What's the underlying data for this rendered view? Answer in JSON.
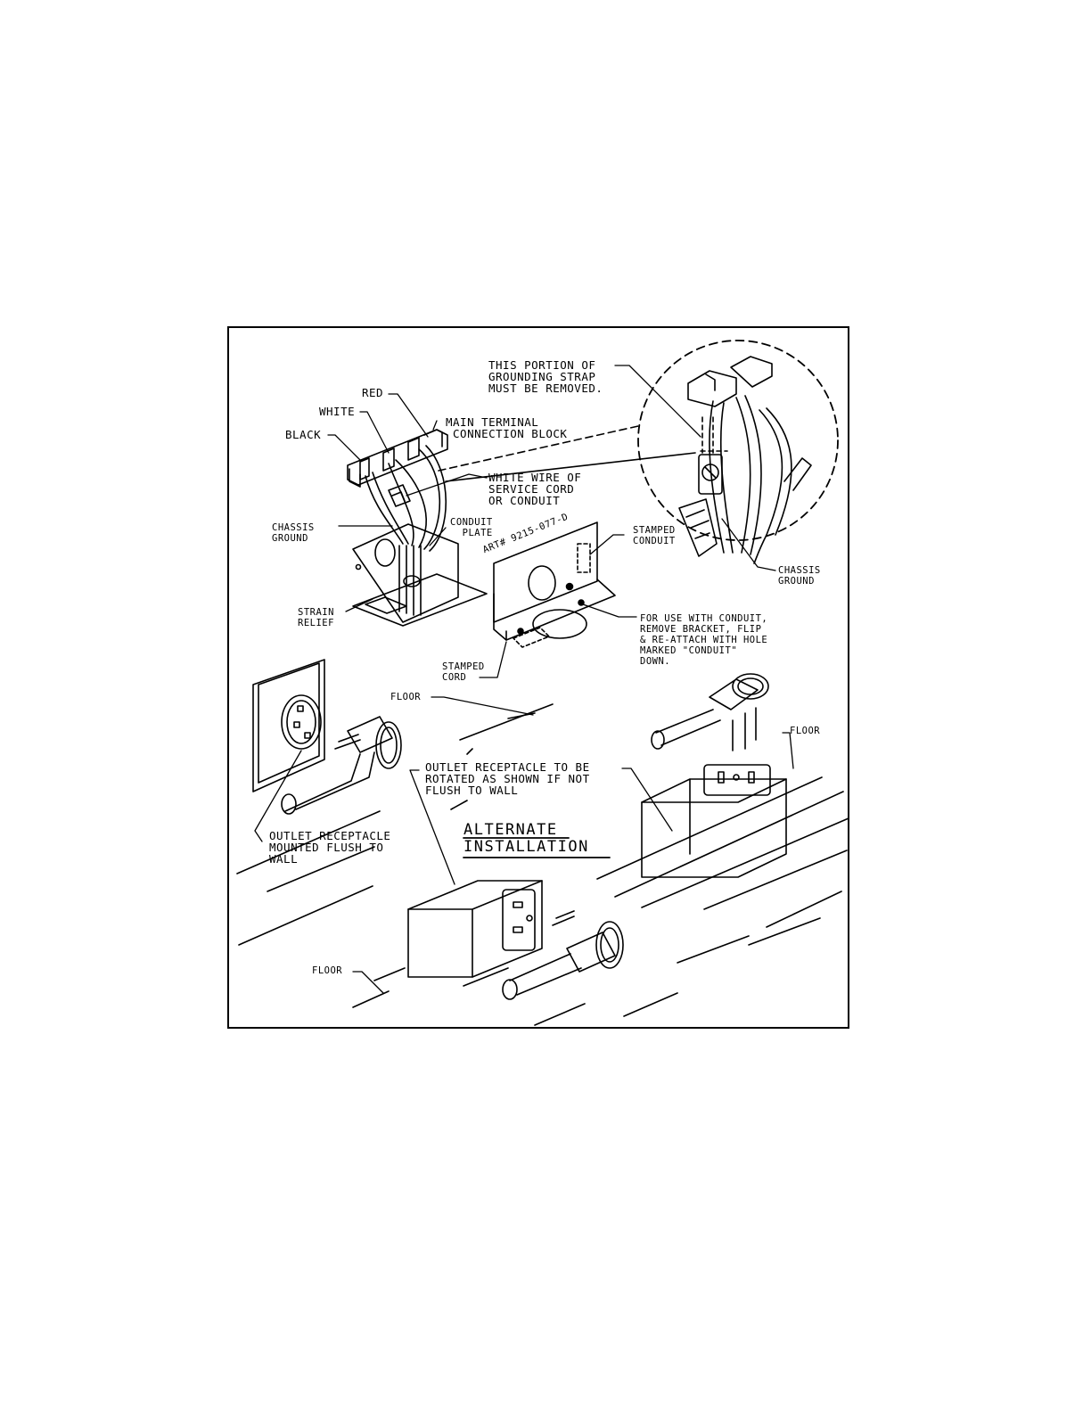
{
  "labels": {
    "red": "RED",
    "white": "WHITE",
    "black": "BLACK",
    "main_terminal": "MAIN TERMINAL\n CONNECTION BLOCK",
    "white_wire": "WHITE WIRE OF\nSERVICE CORD\nOR CONDUIT",
    "grounding_strap": "THIS PORTION OF\nGROUNDING STRAP\nMUST BE REMOVED.",
    "chassis_ground_left": "CHASSIS\nGROUND",
    "conduit_plate": "CONDUIT\n  PLATE",
    "strain_relief": "STRAIN\nRELIEF",
    "art_number": "ART# 9215-077-D",
    "stamped_conduit": "STAMPED\nCONDUIT",
    "chassis_ground_right": "CHASSIS\nGROUND",
    "conduit_note": "FOR USE WITH CONDUIT,\nREMOVE BRACKET, FLIP\n& RE-ATTACH WITH HOLE\nMARKED \"CONDUIT\"\nDOWN.",
    "stamped_cord": "STAMPED\nCORD",
    "floor_top": "FLOOR",
    "floor_right": "FLOOR",
    "floor_bottom": "FLOOR",
    "outlet_rotated": "OUTLET RECEPTACLE TO BE\nROTATED AS SHOWN IF NOT\nFLUSH TO WALL",
    "alternate_installation": "ALTERNATE\nINSTALLATION",
    "outlet_flush": "OUTLET RECEPTACLE\nMOUNTED FLUSH TO\nWALL"
  }
}
